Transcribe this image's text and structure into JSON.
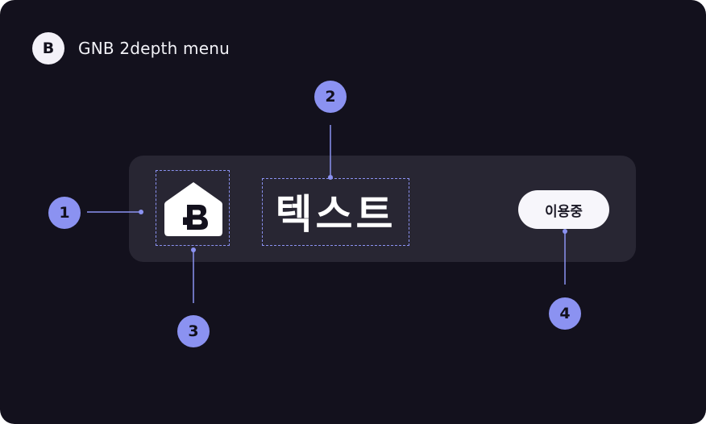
{
  "header": {
    "logo_letter": "B",
    "title": "GNB 2depth menu"
  },
  "component": {
    "text": "텍스트",
    "status_pill": "이용중",
    "icon": "home-b-icon"
  },
  "markers": [
    "1",
    "2",
    "3",
    "4"
  ],
  "colors": {
    "background": "#13111d",
    "bar": "#282633",
    "accent": "#8b92f1",
    "pill": "#f7f6fb"
  }
}
